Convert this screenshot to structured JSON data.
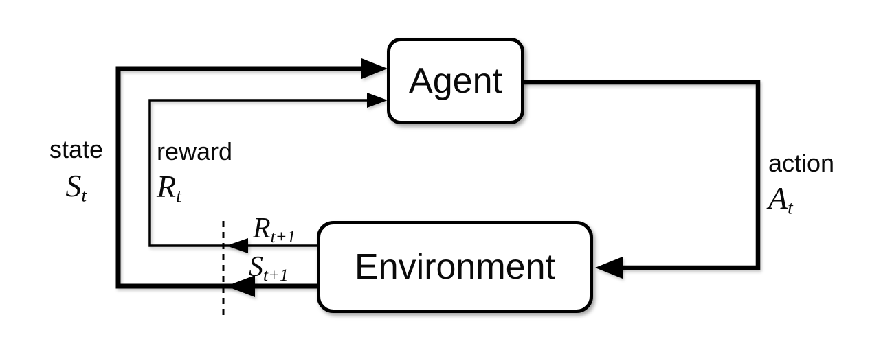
{
  "diagram": {
    "agent_label": "Agent",
    "environment_label": "Environment",
    "state": {
      "word": "state",
      "sym_base": "S",
      "sym_sub": "t"
    },
    "reward": {
      "word": "reward",
      "sym_base": "R",
      "sym_sub": "t"
    },
    "action": {
      "word": "action",
      "sym_base": "A",
      "sym_sub": "t"
    },
    "next_reward": {
      "sym_base": "R",
      "sym_sub": "t+1"
    },
    "next_state": {
      "sym_base": "S",
      "sym_sub": "t+1"
    }
  },
  "colors": {
    "stroke": "#000000",
    "background": "#ffffff"
  }
}
